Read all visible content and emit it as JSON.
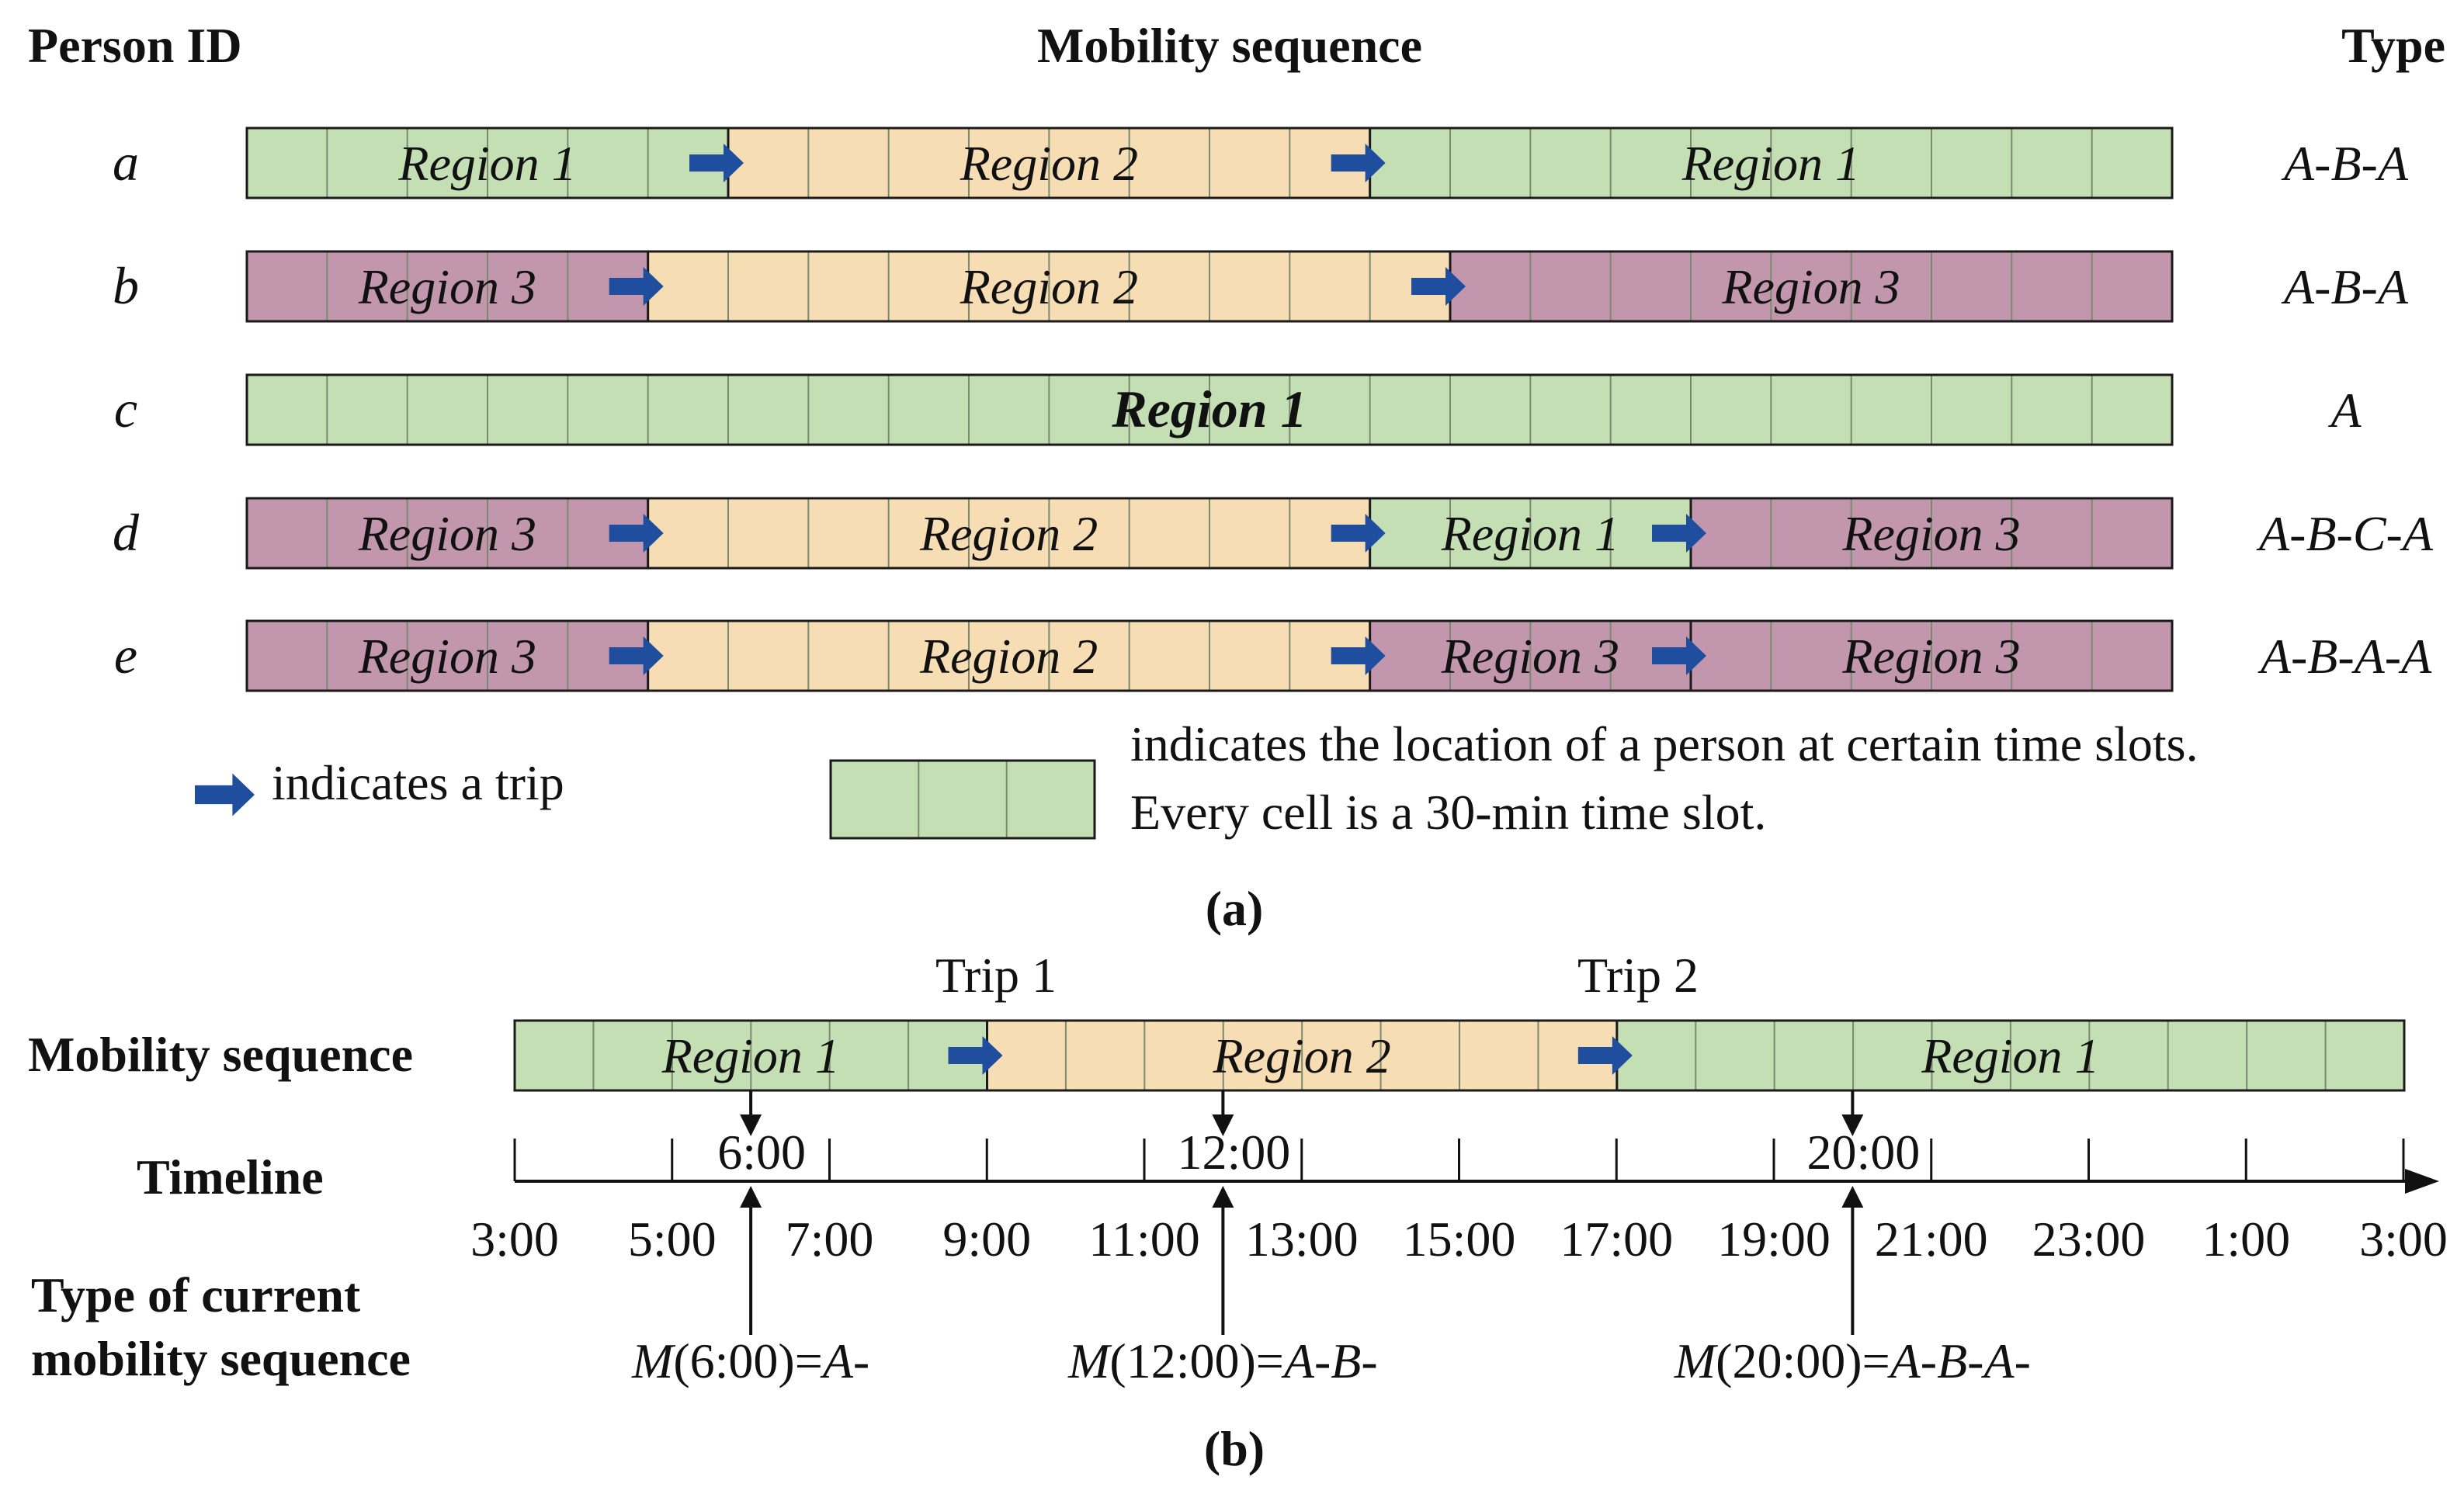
{
  "headers": {
    "person_id": "Person ID",
    "mobility_sequence": "Mobility sequence",
    "type": "Type"
  },
  "colors": {
    "region_a_green": "#c5dfb5",
    "region_b_tan": "#f6ddb3",
    "region_c_mauve": "#c297ad",
    "arrow_blue": "#1f4e9e",
    "cell_line": "#7a8a70",
    "outline": "#1a1a1a"
  },
  "rows": [
    {
      "id": "a",
      "type": "A-B-A",
      "segments": [
        {
          "label": "Region 1",
          "color": "#c5dfb5",
          "cells": 6
        },
        {
          "label": "Region 2",
          "color": "#f6ddb3",
          "cells": 8
        },
        {
          "label": "Region 1",
          "color": "#c5dfb5",
          "cells": 10
        }
      ]
    },
    {
      "id": "b",
      "type": "A-B-A",
      "segments": [
        {
          "label": "Region 3",
          "color": "#c297ad",
          "cells": 5
        },
        {
          "label": "Region 2",
          "color": "#f6ddb3",
          "cells": 10
        },
        {
          "label": "Region 3",
          "color": "#c297ad",
          "cells": 9
        }
      ]
    },
    {
      "id": "c",
      "type": "A",
      "segments": [
        {
          "label": "Region 1",
          "color": "#c5dfb5",
          "cells": 24,
          "bold": true
        }
      ]
    },
    {
      "id": "d",
      "type": "A-B-C-A",
      "segments": [
        {
          "label": "Region 3",
          "color": "#c297ad",
          "cells": 5
        },
        {
          "label": "Region 2",
          "color": "#f6ddb3",
          "cells": 9
        },
        {
          "label": "Region 1",
          "color": "#c5dfb5",
          "cells": 4
        },
        {
          "label": "Region 3",
          "color": "#c297ad",
          "cells": 6
        }
      ]
    },
    {
      "id": "e",
      "type": "A-B-A-A",
      "segments": [
        {
          "label": "Region 3",
          "color": "#c297ad",
          "cells": 5
        },
        {
          "label": "Region 2",
          "color": "#f6ddb3",
          "cells": 9
        },
        {
          "label": "Region 3",
          "color": "#c297ad",
          "cells": 4
        },
        {
          "label": "Region 3",
          "color": "#c297ad",
          "cells": 6
        }
      ]
    }
  ],
  "legend": {
    "trip_text": "indicates a trip",
    "location_line1": "indicates the location of a person at certain time slots.",
    "location_line2": "Every cell is a 30-min time slot.",
    "sample_cells": 3
  },
  "caption_a": "(a)",
  "part_b": {
    "label_mobility": "Mobility sequence",
    "label_timeline": "Timeline",
    "label_type_line1": "Type of current",
    "label_type_line2": "mobility sequence",
    "trips": [
      "Trip 1",
      "Trip 2"
    ],
    "segments": [
      {
        "label": "Region 1",
        "color": "#c5dfb5",
        "cells": 6
      },
      {
        "label": "Region 2",
        "color": "#f6ddb3",
        "cells": 8
      },
      {
        "label": "Region 1",
        "color": "#c5dfb5",
        "cells": 10
      }
    ],
    "ticks": [
      "3:00",
      "5:00",
      "7:00",
      "9:00",
      "11:00",
      "13:00",
      "15:00",
      "17:00",
      "19:00",
      "21:00",
      "23:00",
      "1:00",
      "3:00"
    ],
    "markers": [
      {
        "time": "6:00",
        "hours_from_start": 3,
        "formula_prefix": "M",
        "formula_arg": "(6:00)=",
        "formula_value": "A-"
      },
      {
        "time": "12:00",
        "hours_from_start": 9,
        "formula_prefix": "M",
        "formula_arg": "(12:00)=",
        "formula_value": "A-B-"
      },
      {
        "time": "20:00",
        "hours_from_start": 17,
        "formula_prefix": "M",
        "formula_arg": "(20:00)=",
        "formula_value": "A-B-A-"
      }
    ]
  },
  "caption_b": "(b)"
}
